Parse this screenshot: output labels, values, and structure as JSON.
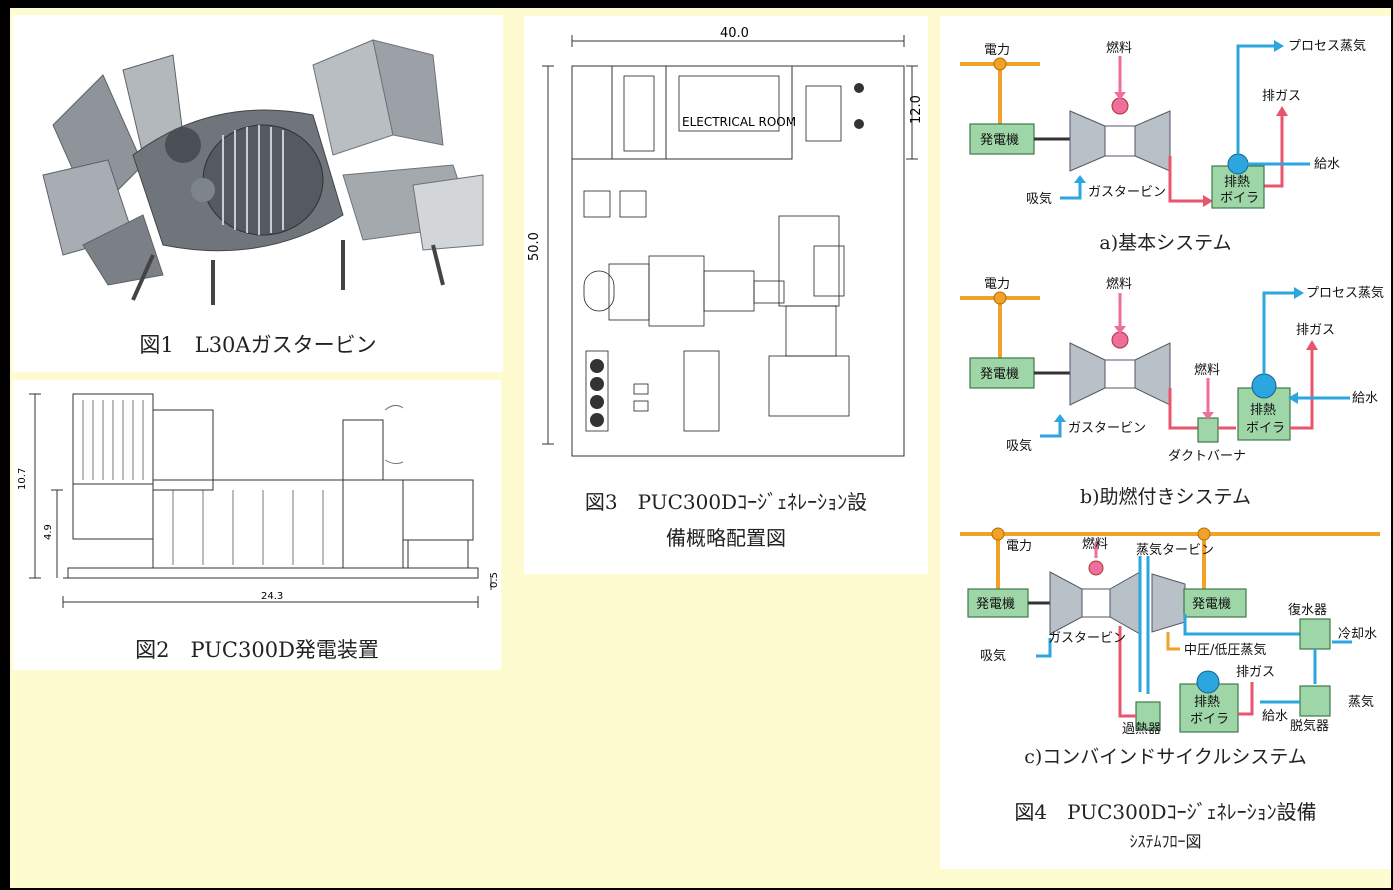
{
  "figure1": {
    "caption": "図1　L30Aガスタービン"
  },
  "figure2": {
    "caption": "図2　PUC300D発電装置",
    "dims": {
      "height_total": "10.7",
      "height_mid": "4.9",
      "length": "24.3",
      "base": "0.5"
    }
  },
  "figure3": {
    "caption_line1": "図3　PUC300Dｺｰｼﾞｪﾈﾚｰｼｮﾝ設",
    "caption_line2": "備概略配置図",
    "dims": {
      "width": "40.0",
      "depth": "50.0",
      "room_depth": "12.0"
    },
    "room_label": "ELECTRICAL ROOM"
  },
  "figure4": {
    "caption_line1": "図4　PUC300Dｺｰｼﾞｪﾈﾚｰｼｮﾝ設備",
    "caption_line2": "ｼｽﾃﾑﾌﾛｰ図",
    "panel_a": {
      "title": "a)基本システム",
      "power": "電力",
      "fuel": "燃料",
      "process_steam": "プロセス蒸気",
      "exhaust": "排ガス",
      "generator": "発電機",
      "feedwater": "給水",
      "boiler_line1": "排熱",
      "boiler_line2": "ボイラ",
      "intake": "吸気",
      "gas_turbine": "ガスタービン"
    },
    "panel_b": {
      "title": "b)助燃付きシステム",
      "power": "電力",
      "fuel": "燃料",
      "fuel2": "燃料",
      "process_steam": "プロセス蒸気",
      "exhaust": "排ガス",
      "generator": "発電機",
      "feedwater": "給水",
      "boiler_line1": "排熱",
      "boiler_line2": "ボイラ",
      "intake": "吸気",
      "gas_turbine": "ガスタービン",
      "duct_burner": "ダクトバーナ"
    },
    "panel_c": {
      "title": "c)コンバインドサイクルシステム",
      "power": "電力",
      "fuel": "燃料",
      "steam_turbine": "蒸気タービン",
      "generator": "発電機",
      "generator2": "発電機",
      "condenser": "復水器",
      "cooling_water": "冷却水",
      "mid_low_steam": "中圧/低圧蒸気",
      "intake": "吸気",
      "gas_turbine": "ガスタービン",
      "exhaust": "排ガス",
      "boiler_line1": "排熱",
      "boiler_line2": "ボイラ",
      "steam": "蒸気",
      "feedwater": "給水",
      "deaerator": "脱気器",
      "superheater": "過熱器"
    }
  },
  "colors": {
    "power": "#f2a22a",
    "fuel": "#ee6f9d",
    "steam": "#2ba6df",
    "exhaust": "#e8566c",
    "box": "#9fd6a8"
  }
}
